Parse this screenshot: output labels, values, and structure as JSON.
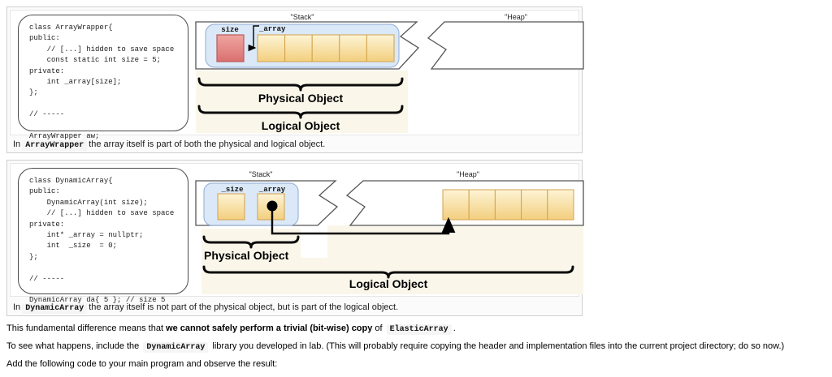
{
  "panels": [
    {
      "id": "arraywrapper",
      "code": "class ArrayWrapper{\npublic:\n    // [...] hidden to save space\n    const static int size = 5;\nprivate:\n    int _array[size];\n};\n\n// -----\n\nArrayWrapper aw;",
      "caption": {
        "prefix": "In",
        "code": "ArrayWrapper",
        "text": "the array itself is part of both the physical and logical object."
      },
      "diagram": {
        "stack_label": "\"Stack\"",
        "heap_label": "\"Heap\"",
        "size_label": "size",
        "array_label": "_array",
        "physical_label": "Physical Object",
        "logical_label": "Logical Object",
        "stack_array_cells": 5,
        "heap_array_cells": 0
      }
    },
    {
      "id": "dynamicarray",
      "code": "class DynamicArray{\npublic:\n    DynamicArray(int size);\n    // [...] hidden to save space\nprivate:\n    int* _array = nullptr;\n    int  _size  = 0;\n};\n\n// -----\n\nDynamicArray da{ 5 }; // size 5",
      "caption": {
        "prefix": "In",
        "code": "DynamicArray",
        "text": "the array itself is not part of the physical object, but is part of the logical object."
      },
      "diagram": {
        "stack_label": "\"Stack\"",
        "heap_label": "\"Heap\"",
        "size_label": "_size",
        "array_label": "_array",
        "physical_label": "Physical Object",
        "logical_label": "Logical Object",
        "stack_array_cells": 0,
        "heap_array_cells": 5
      }
    }
  ],
  "paragraphs": {
    "p1_pre": "This fundamental difference means that ",
    "p1_bold": "we cannot safely perform a trivial (bit-wise) copy",
    "p1_mid": " of ",
    "p1_code": "ElasticArray",
    "p1_end": ".",
    "p2_pre": "To see what happens, include the ",
    "p2_code": "DynamicArray",
    "p2_post": " library you developed in lab. (This will probably require copying the header and implementation files into the current project directory; do so now.)",
    "p3": "Add the following code to your main program and observe the result:"
  },
  "colors": {
    "stack_box_fill": "#dbe8f8",
    "stack_box_stroke": "#9db6da",
    "cell_yellow_top": "#fdf4d5",
    "cell_yellow_bottom": "#f3cf7e",
    "size_red_top": "#f0a5a0",
    "size_red_bottom": "#d97070",
    "cream_highlight": "#faf7ea"
  }
}
